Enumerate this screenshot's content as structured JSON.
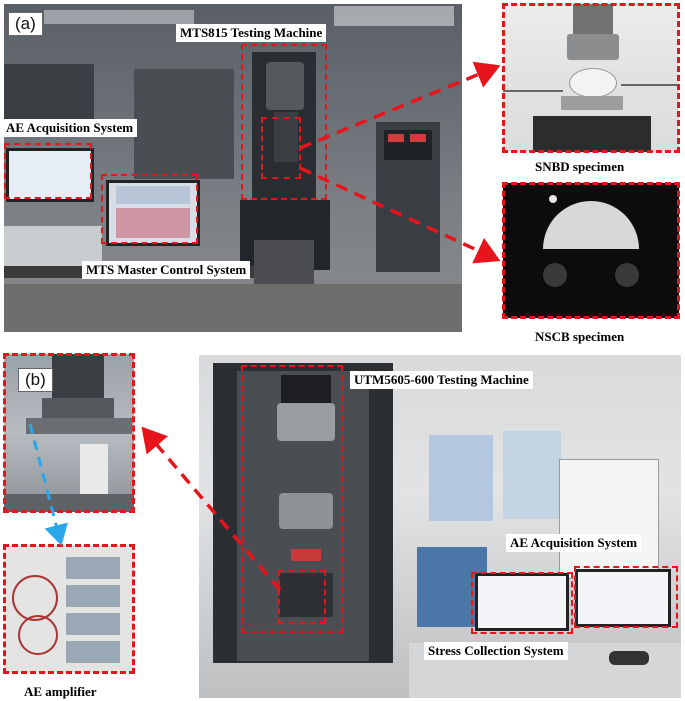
{
  "panel_a": {
    "tag": "(a)",
    "labels": {
      "mts815": "MTS815 Testing Machine",
      "ae_acq": "AE Acquisition System",
      "mts_master": "MTS Master Control System",
      "snbd": "SNBD specimen",
      "nscb": "NSCB specimen"
    }
  },
  "panel_b": {
    "tag": "(b)",
    "labels": {
      "utm": "UTM5605-600 Testing Machine",
      "ae_acq": "AE Acquisition System",
      "stress": "Stress Collection System",
      "ae_amp": "AE amplifier"
    }
  },
  "colors": {
    "annotation_red": "#e8141c",
    "arrow_blue": "#2aa7e8"
  }
}
